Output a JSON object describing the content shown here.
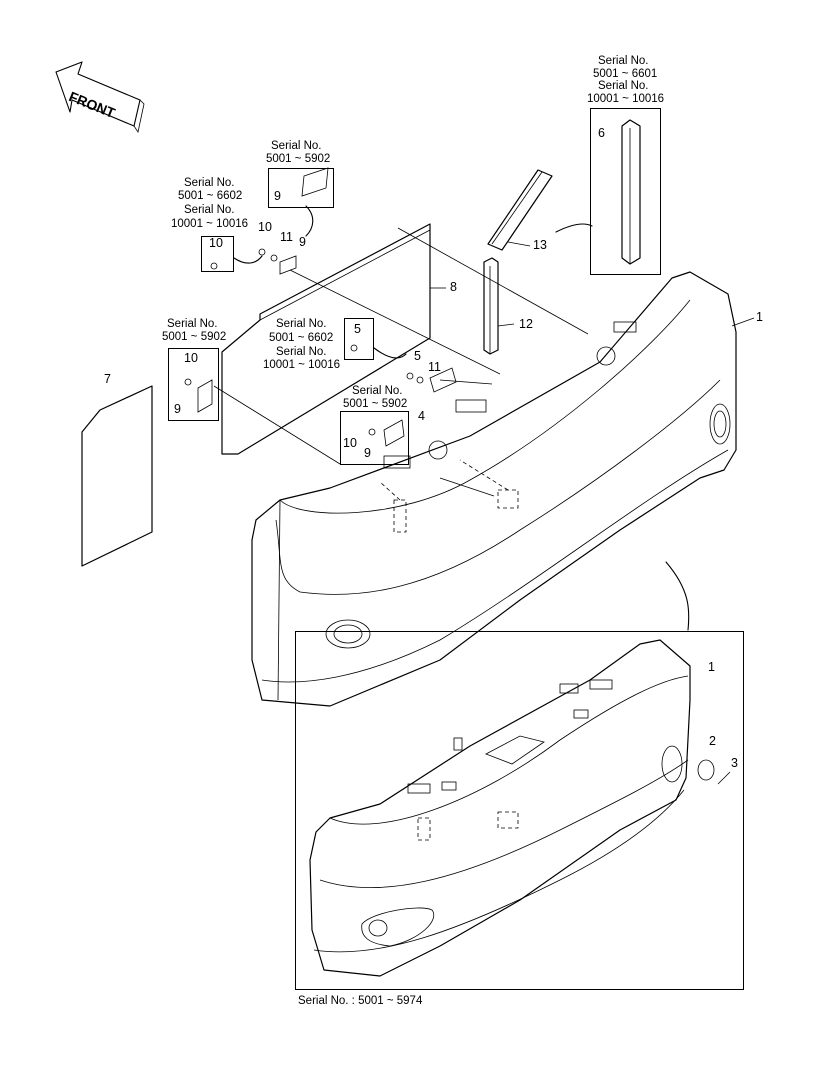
{
  "front_arrow": {
    "text": "FRONT"
  },
  "serial_labels": {
    "item6_a": "Serial No.",
    "item6_b": "5001 ~ 6601",
    "item6_c": "Serial No.",
    "item6_d": "10001 ~ 10016",
    "item9_top_a": "Serial No.",
    "item9_top_b": "5001 ~ 5902",
    "item10_top_a": "Serial No.",
    "item10_top_b": "5001 ~ 6602",
    "item10_top_c": "Serial No.",
    "item10_top_d": "10001 ~ 10016",
    "left_a": "Serial No.",
    "left_b": "5001 ~ 5902",
    "item5_a": "Serial No.",
    "item5_b": "5001 ~ 6602",
    "item5_c": "Serial No.",
    "item5_d": "10001 ~ 10016",
    "mid_a": "Serial No.",
    "mid_b": "5001 ~ 5902",
    "inset": "Serial No. : 5001 ~ 5974"
  },
  "callouts": {
    "c1": "1",
    "c1b": "1",
    "c2": "2",
    "c3": "3",
    "c4": "4",
    "c5a": "5",
    "c5b": "5",
    "c6": "6",
    "c7": "7",
    "c8": "8",
    "c9a": "9",
    "c9b": "9",
    "c9c": "9",
    "c9d": "9",
    "c10a": "10",
    "c10b": "10",
    "c10c": "10",
    "c10d": "10",
    "c11a": "11",
    "c11b": "11",
    "c12": "12",
    "c13": "13"
  }
}
